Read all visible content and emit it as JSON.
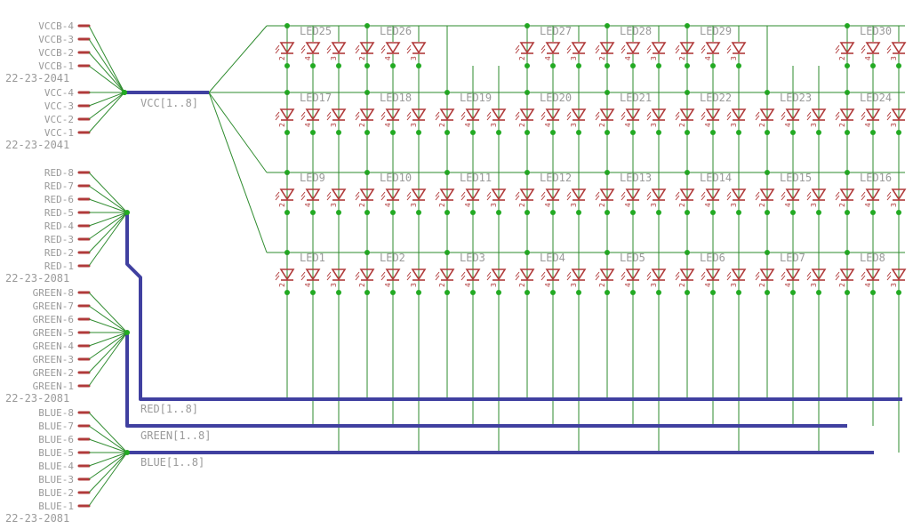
{
  "colors": {
    "background": "#ffffff",
    "wire": "#2e8b2e",
    "bus": "#4040a0",
    "part": "#b03a3a",
    "text": "#9a9a9a",
    "junction": "#22aa22"
  },
  "connectors": [
    {
      "part": "22-23-2041",
      "pins": [
        "VCCB-4",
        "VCCB-3",
        "VCCB-2",
        "VCCB-1"
      ]
    },
    {
      "part": "22-23-2041",
      "pins": [
        "VCC-4",
        "VCC-3",
        "VCC-2",
        "VCC-1"
      ]
    },
    {
      "part": "22-23-2081",
      "pins": [
        "RED-8",
        "RED-7",
        "RED-6",
        "RED-5",
        "RED-4",
        "RED-3",
        "RED-2",
        "RED-1"
      ]
    },
    {
      "part": "22-23-2081",
      "pins": [
        "GREEN-8",
        "GREEN-7",
        "GREEN-6",
        "GREEN-5",
        "GREEN-4",
        "GREEN-3",
        "GREEN-2",
        "GREEN-1"
      ]
    },
    {
      "part": "22-23-2081",
      "pins": [
        "BLUE-8",
        "BLUE-7",
        "BLUE-6",
        "BLUE-5",
        "BLUE-4",
        "BLUE-3",
        "BLUE-2",
        "BLUE-1"
      ]
    }
  ],
  "buses": [
    {
      "name": "VCC[1..8]"
    },
    {
      "name": "RED[1..8]"
    },
    {
      "name": "GREEN[1..8]"
    },
    {
      "name": "BLUE[1..8]"
    }
  ],
  "led_rows": [
    [
      "LED25",
      "LED26",
      "",
      "LED27",
      "LED28",
      "LED29",
      "",
      "LED30"
    ],
    [
      "LED17",
      "LED18",
      "LED19",
      "LED20",
      "LED21",
      "LED22",
      "LED23",
      "LED24"
    ],
    [
      "LED9",
      "LED10",
      "LED11",
      "LED12",
      "LED13",
      "LED14",
      "LED15",
      "LED16"
    ],
    [
      "LED1",
      "LED2",
      "LED3",
      "LED4",
      "LED5",
      "LED6",
      "LED7",
      "LED8"
    ]
  ],
  "pin_numbers": [
    "2",
    "4",
    "3"
  ]
}
